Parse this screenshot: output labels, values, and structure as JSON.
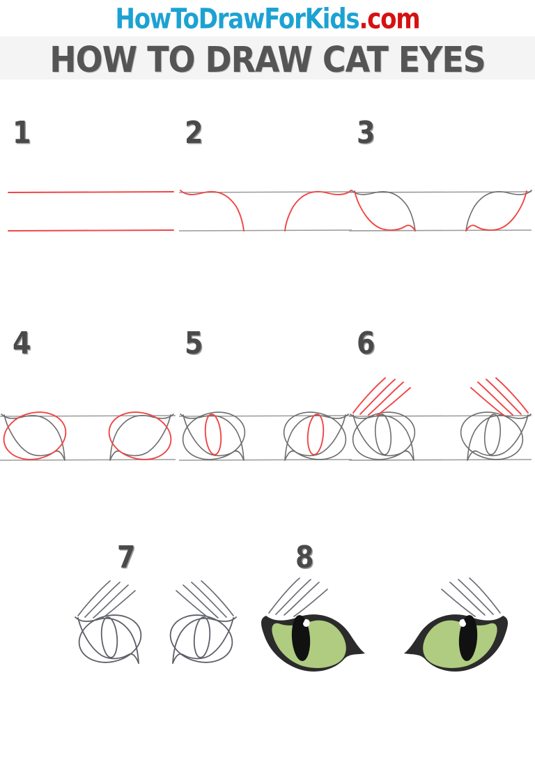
{
  "header": {
    "logo_blue": "HowToDrawForKids",
    "logo_red": ".com",
    "title": "HOW TO DRAW CAT EYES"
  },
  "theme": {
    "logo_blue_color": "#1CA2D2",
    "logo_red_color": "#D61111",
    "title_color": "#555555",
    "title_band_color": "#F4F4F4",
    "number_color": "#4A4A4A",
    "new_stroke_color": "#F04545",
    "existing_stroke_color": "#6D6D6D",
    "guide_line_color": "#9A9A9A",
    "iris_green": "#AFCC80",
    "pupil_black": "#111111",
    "final_outline_color": "#2B2B2B",
    "page_background": "#FFFFFF"
  },
  "tutorial": {
    "subject": "cat eyes",
    "total_steps": 8,
    "steps": [
      {
        "number": "1",
        "action": "Draw two horizontal guide lines."
      },
      {
        "number": "2",
        "action": "Add the curved inner corners of both eyes."
      },
      {
        "number": "3",
        "action": "Draw the lower eyelid curves."
      },
      {
        "number": "4",
        "action": "Add the large oval irises."
      },
      {
        "number": "5",
        "action": "Draw the narrow vertical slit pupils."
      },
      {
        "number": "6",
        "action": "Add the eyelashes above each eye."
      },
      {
        "number": "7",
        "action": "Erase the guide lines and refine the line art."
      },
      {
        "number": "8",
        "action": "Color the irises green and fill the pupils black."
      }
    ]
  }
}
